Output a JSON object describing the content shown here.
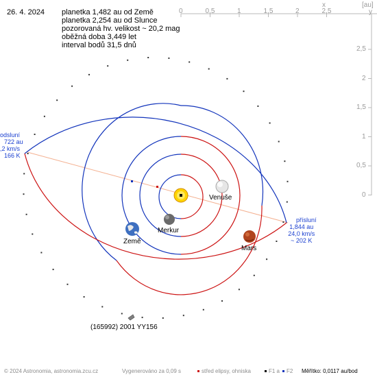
{
  "date": "26. 4. 2024",
  "info_lines": [
    "planetka 1,482 au od Země",
    "planetka 2,254 au od Slunce",
    "pozorovaná hv. velikost ~ 20,2 mag",
    "oběžná doba 3,449 let",
    "interval bodů 31,5 dnů"
  ],
  "axes": {
    "x_unit": "[au]",
    "x_axis_name": "x",
    "y_axis_name": "y",
    "x_ticks": [
      "0",
      "0,5",
      "1",
      "1,5",
      "2",
      "2,5"
    ],
    "y_ticks": [
      "2,5",
      "2",
      "1,5",
      "1",
      "0,5",
      "0"
    ]
  },
  "aphelion": {
    "line1": "odsluní",
    "line2": "722 au",
    "line3": ",2 km/s",
    "line4": "166 K"
  },
  "perihelion": {
    "line1": "přísluní",
    "line2": "1,844 au",
    "line3": "24,0 km/s",
    "line4": "~ 202 K"
  },
  "planets": {
    "venus": "Venuše",
    "mercury": "Merkur",
    "earth": "Země",
    "mars": "Mars"
  },
  "asteroid_name": "(165992) 2001 YY156",
  "footer": {
    "copyright": "© 2024 Astronomia, astronomia.zcu.cz",
    "generated": "Vygenerováno za 0,09 s",
    "legend_center": "střed elipsy, ohniska",
    "legend_f1": "F1 a",
    "legend_f2": "F2",
    "scale": "Měřítko: 0,0117 au/bod"
  },
  "colors": {
    "orbit_red": "#cc1111",
    "orbit_blue": "#1133bb",
    "sun": "#ffd400",
    "axis_grey": "#a0a0a0",
    "apsis_line": "#f0a080"
  }
}
